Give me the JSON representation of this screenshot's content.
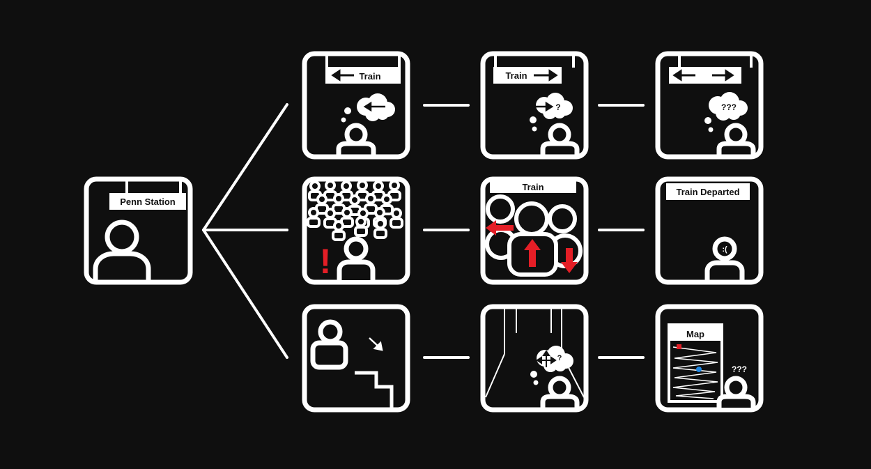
{
  "labels": {
    "penn_station": "Penn Station",
    "train_left": "Train",
    "train_right": "Train",
    "train_crowd": "Train",
    "train_departed": "Train Departed",
    "map": "Map"
  },
  "thoughts": {
    "question_single": "?",
    "question_triple": "???",
    "question_double": "?",
    "map_confusion": "???"
  },
  "emotes": {
    "sad_face": ":("
  },
  "alerts": {
    "exclamation": "!"
  },
  "colors": {
    "background": "#0f0f0f",
    "line": "#ffffff",
    "accent": "#e41e26",
    "marker_blue": "#1e88e5"
  }
}
